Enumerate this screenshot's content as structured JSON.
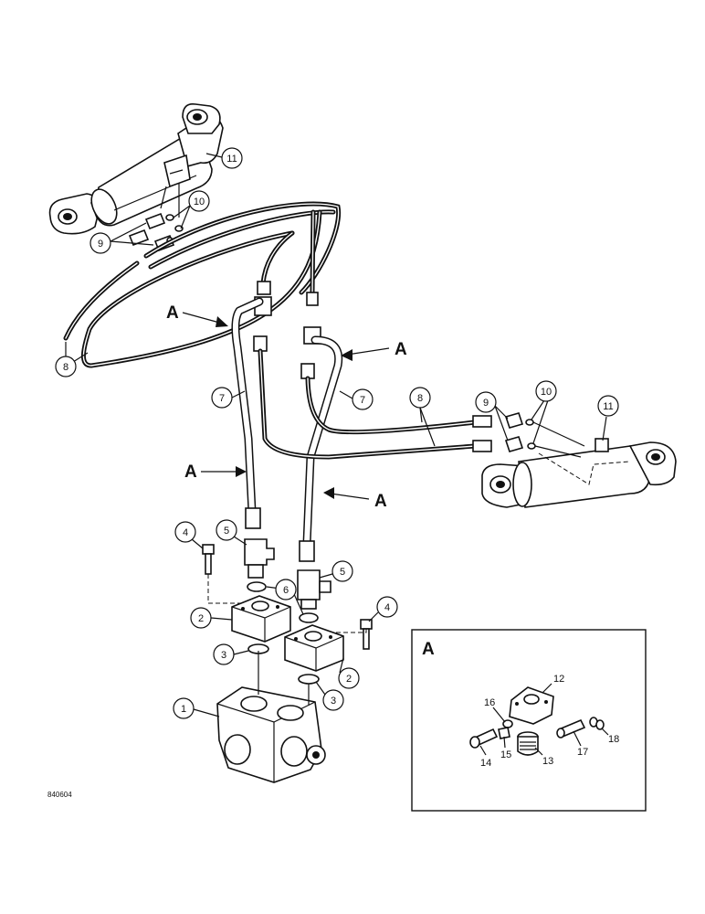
{
  "figure_code": "840604",
  "detail": {
    "label": "A"
  },
  "view_labels": [
    "A",
    "A",
    "A",
    "A"
  ],
  "callouts": {
    "c1": "1",
    "c2a": "2",
    "c2b": "2",
    "c3a": "3",
    "c3b": "3",
    "c4a": "4",
    "c4b": "4",
    "c5a": "5",
    "c5b": "5",
    "c6": "6",
    "c7a": "7",
    "c7b": "7",
    "c8a": "8",
    "c8b": "8",
    "c9a": "9",
    "c9b": "9",
    "c10a": "10",
    "c10b": "10",
    "c11a": "11",
    "c11b": "11",
    "c12": "12",
    "c13": "13",
    "c14": "14",
    "c15": "15",
    "c16": "16",
    "c17": "17",
    "c18": "18"
  }
}
